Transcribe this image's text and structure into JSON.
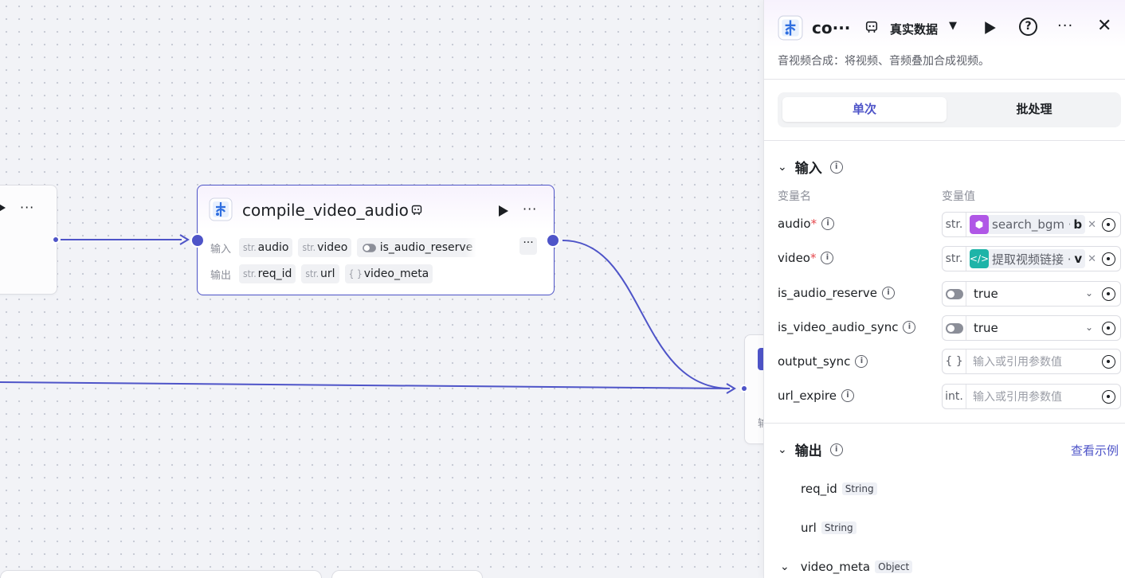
{
  "canvas": {
    "node_main": {
      "title": "compile_video_audio",
      "inputs_label": "输入",
      "outputs_label": "输出",
      "inputs": [
        {
          "type": "str.",
          "name": "audio"
        },
        {
          "type": "str.",
          "name": "video"
        },
        {
          "type": "toggle",
          "name": "is_audio_reserve"
        }
      ],
      "outputs": [
        {
          "type": "str.",
          "name": "req_id"
        },
        {
          "type": "str.",
          "name": "url"
        },
        {
          "type": "{ }",
          "name": "video_meta"
        }
      ],
      "more_inputs": "···"
    },
    "node_right_peek": "输"
  },
  "panel": {
    "title": "co···",
    "mode_label": "真实数据",
    "description": "音视频合成：将视频、音频叠加合成视频。",
    "tabs": [
      {
        "label": "单次",
        "active": true
      },
      {
        "label": "批处理",
        "active": false
      }
    ],
    "inputs_section": {
      "title": "输入",
      "col_name": "变量名",
      "col_value": "变量值",
      "params": [
        {
          "name": "audio",
          "required": "*",
          "type": "str.",
          "ref_icon_color": "#b057e6",
          "ref_text": "search_bgm · ",
          "ref_suffix": "b"
        },
        {
          "name": "video",
          "required": "*",
          "type": "str.",
          "ref_icon_color": "#1eb4a8",
          "ref_text": "提取视频链接 · ",
          "ref_suffix": "v"
        },
        {
          "name": "is_audio_reserve",
          "type": "toggle",
          "value": "true"
        },
        {
          "name": "is_video_audio_sync",
          "type": "toggle",
          "value": "true"
        },
        {
          "name": "output_sync",
          "type": "{ }",
          "placeholder": "输入或引用参数值"
        },
        {
          "name": "url_expire",
          "type": "int.",
          "placeholder": "输入或引用参数值"
        }
      ]
    },
    "outputs_section": {
      "title": "输出",
      "view_example": "查看示例",
      "items": [
        {
          "name": "req_id",
          "type": "String"
        },
        {
          "name": "url",
          "type": "String"
        },
        {
          "name": "video_meta",
          "type": "Object"
        }
      ]
    }
  },
  "colors": {
    "accent": "#4e54c8",
    "required": "#e5484d"
  }
}
